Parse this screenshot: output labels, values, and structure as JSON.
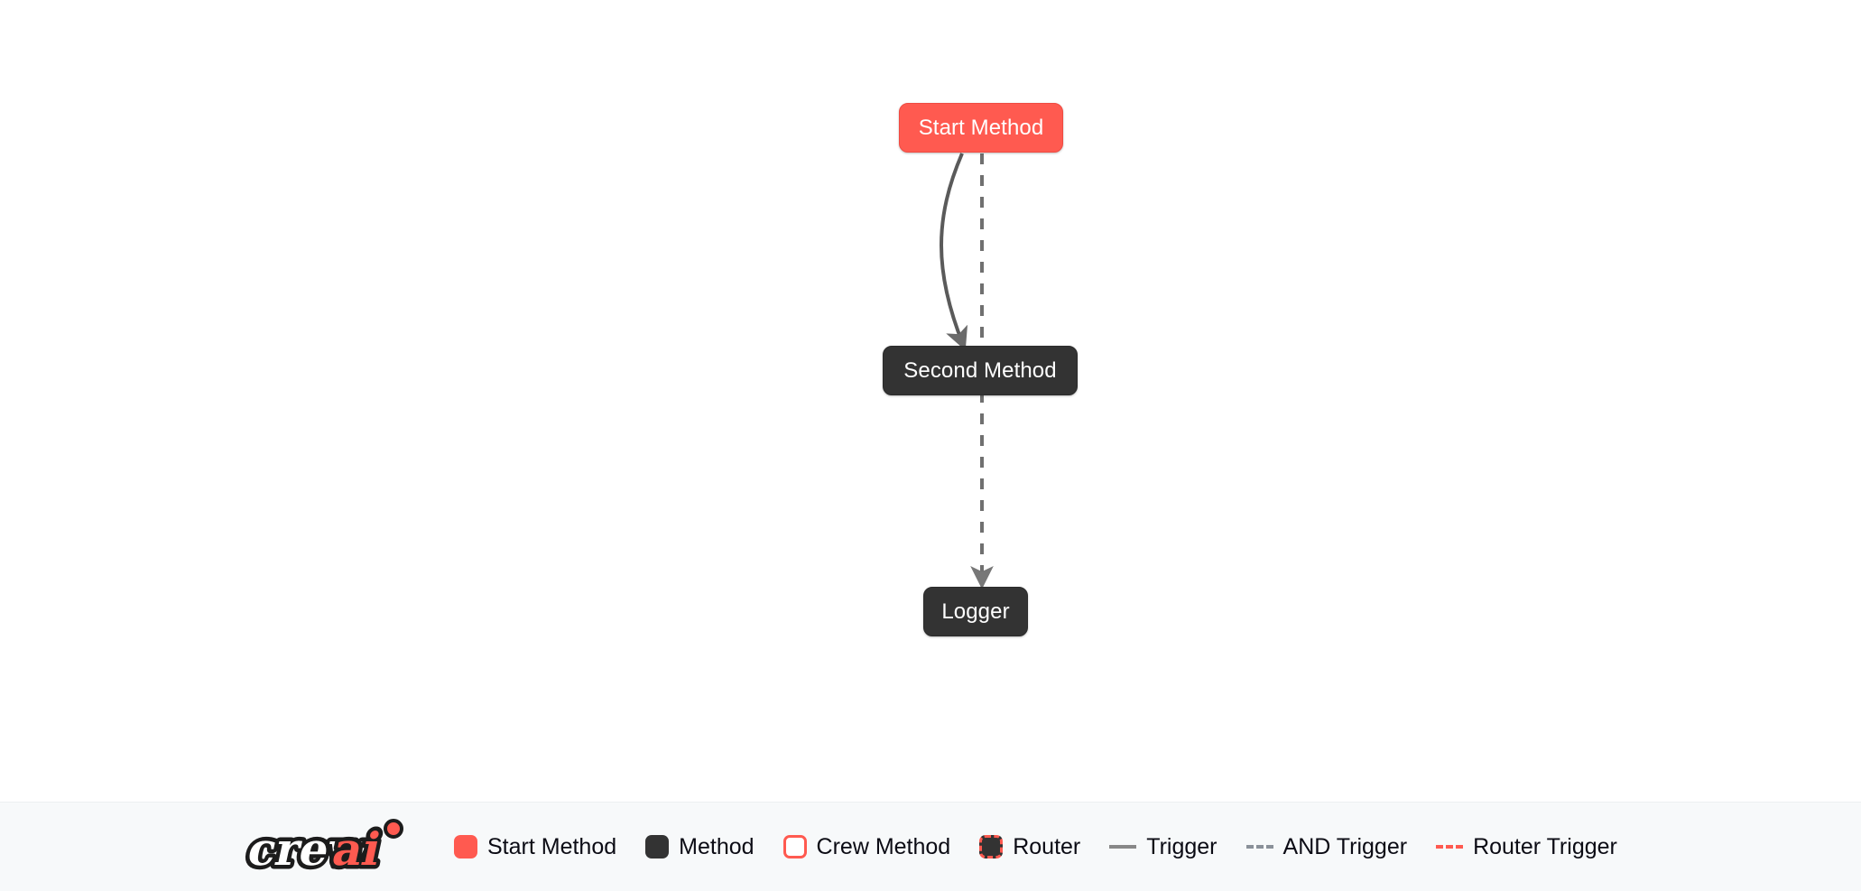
{
  "canvas": {
    "background": "#ffffff",
    "nodes": [
      {
        "id": "start",
        "label": "Start Method",
        "type": "start-method",
        "color": "#ff5a50"
      },
      {
        "id": "second",
        "label": "Second Method",
        "type": "method",
        "color": "#333333"
      },
      {
        "id": "logger",
        "label": "Logger",
        "type": "method",
        "color": "#333333"
      }
    ],
    "edges": [
      {
        "from": "start",
        "to": "second",
        "style": "trigger",
        "color": "#5a5a5a"
      },
      {
        "from": "start",
        "to": "logger",
        "style": "and-trigger",
        "color": "#707070"
      }
    ]
  },
  "legend": {
    "logo": {
      "name": "crewai-logo",
      "text_primary": "crew",
      "text_accent": "ai",
      "accent_color": "#ff5a50"
    },
    "items": [
      {
        "label": "Start Method",
        "swatch": "filled-coral",
        "color": "#ff5a50"
      },
      {
        "label": "Method",
        "swatch": "filled-dark",
        "color": "#333333"
      },
      {
        "label": "Crew Method",
        "swatch": "outline-coral",
        "color": "#ff5a50"
      },
      {
        "label": "Router",
        "swatch": "dashed-coral",
        "color": "#ff5a50"
      },
      {
        "label": "Trigger",
        "swatch": "line-solid",
        "color": "#888888"
      },
      {
        "label": "AND Trigger",
        "swatch": "line-dashed",
        "color": "#8a9199"
      },
      {
        "label": "Router Trigger",
        "swatch": "line-dashed",
        "color": "#ff5a50"
      }
    ]
  }
}
